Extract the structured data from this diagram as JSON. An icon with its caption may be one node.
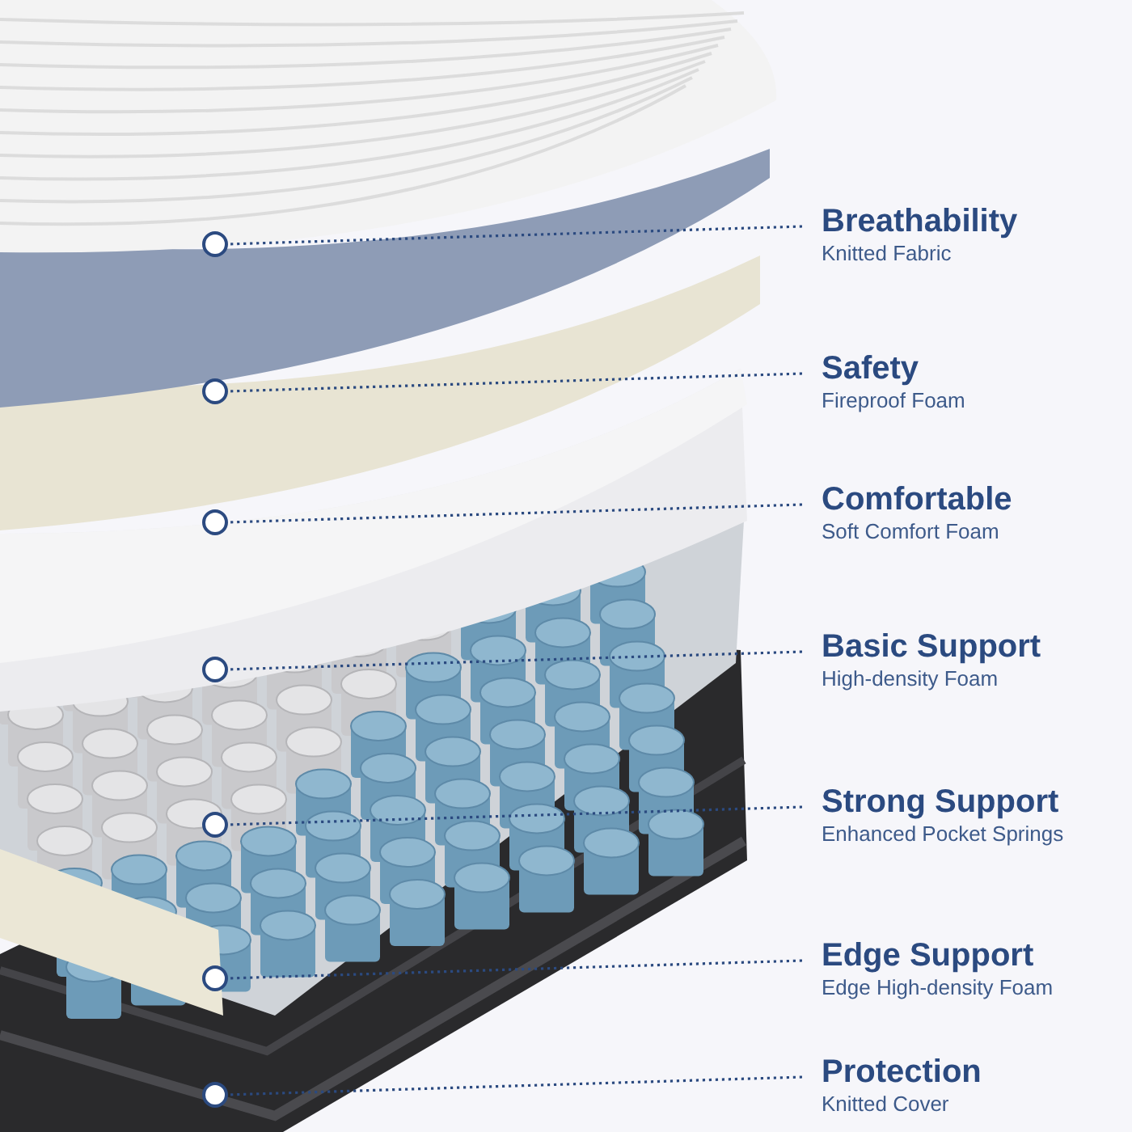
{
  "diagram": {
    "nodes": [
      {
        "text": [
          "Breathability",
          "Knitted Fabric"
        ]
      },
      {
        "text": [
          "Safety",
          "Fireproof Foam"
        ]
      },
      {
        "text": [
          "Comfortable",
          "Soft Comfort Foam"
        ]
      },
      {
        "text": [
          "Basic Support",
          "High-density Foam"
        ]
      },
      {
        "text": [
          "Strong Support",
          "Enhanced Pocket Springs"
        ]
      },
      {
        "text": [
          "Edge Support",
          "Edge High-density Foam"
        ]
      },
      {
        "text": [
          "Protection",
          "Knitted Cover"
        ]
      },
      {
        "text": [],
        "shape": "circle"
      },
      {
        "text": [],
        "shape": "circle"
      },
      {
        "text": [],
        "shape": "circle"
      },
      {
        "text": [],
        "shape": "circle"
      },
      {
        "text": [],
        "shape": "circle"
      },
      {
        "text": [],
        "shape": "circle"
      },
      {
        "text": [],
        "shape": "circle"
      }
    ],
    "edges": [
      {
        "from": 0,
        "to": 7,
        "arrow": "none"
      },
      {
        "from": 1,
        "to": 8,
        "arrow": "none"
      },
      {
        "from": 2,
        "to": 9,
        "arrow": "none"
      },
      {
        "from": 3,
        "to": 10,
        "arrow": "none"
      },
      {
        "from": 4,
        "to": 11,
        "arrow": "none"
      },
      {
        "from": 5,
        "to": 12,
        "arrow": "none"
      },
      {
        "from": 6,
        "to": 13,
        "arrow": "none"
      }
    ]
  }
}
